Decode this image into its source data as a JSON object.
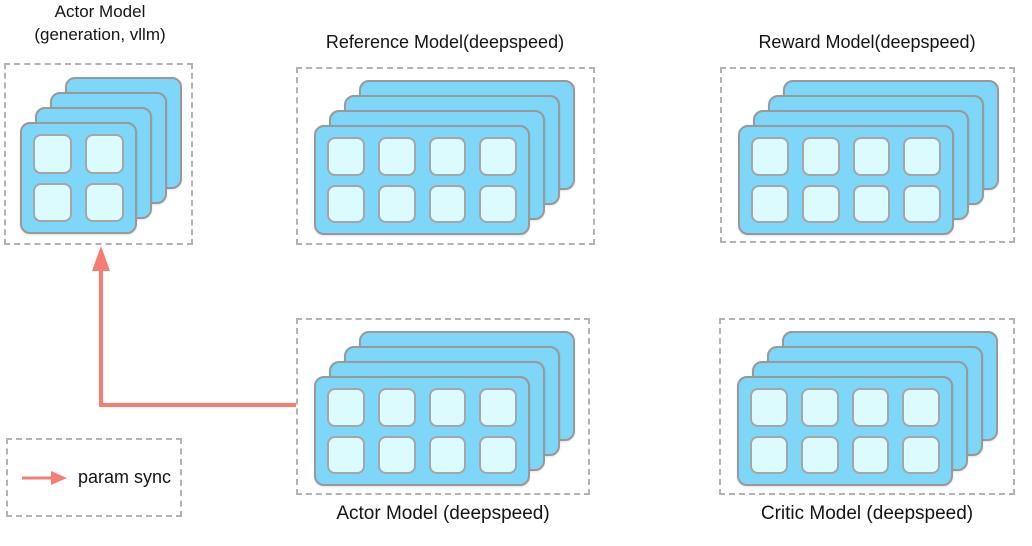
{
  "diagram": {
    "colors": {
      "background": "#ffffff",
      "card_fill": "#7ED6F8",
      "card_border": "#999999",
      "cell_fill": "#DCFBFE",
      "cell_border": "#a6a6a6",
      "box_border": "#b3b3b3",
      "arrow": "#F97C72",
      "text": "#141414"
    },
    "nodes": {
      "actor_vllm": {
        "title_line1": "Actor Model",
        "title_line2": "(generation, vllm)",
        "layers": 4,
        "rows": 2,
        "cols": 2
      },
      "reference": {
        "title": "Reference Model(deepspeed)",
        "layers": 4,
        "rows": 2,
        "cols": 4
      },
      "reward": {
        "title": "Reward Model(deepspeed)",
        "layers": 4,
        "rows": 2,
        "cols": 4
      },
      "actor_ds": {
        "title": "Actor Model (deepspeed)",
        "layers": 4,
        "rows": 2,
        "cols": 4
      },
      "critic": {
        "title": "Critic Model (deepspeed)",
        "layers": 4,
        "rows": 2,
        "cols": 4
      }
    },
    "legend": {
      "label": "param sync"
    },
    "arrow": {
      "from": "actor_ds",
      "to": "actor_vllm"
    }
  }
}
